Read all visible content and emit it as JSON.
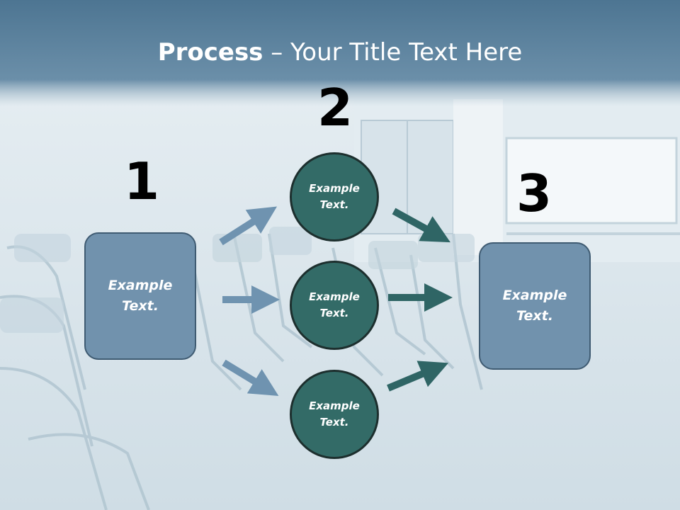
{
  "title": {
    "bold": "Process",
    "rest": " – Your Title Text Here"
  },
  "steps": {
    "step1": {
      "number": "1",
      "text": "Example Text."
    },
    "step2": {
      "number": "2",
      "circles": [
        "Example Text.",
        "Example Text.",
        "Example Text."
      ]
    },
    "step3": {
      "number": "3",
      "text": "Example Text."
    }
  },
  "colors": {
    "box_fill": "#7192ad",
    "circle_fill": "#336b67",
    "arrow_left": "#6f93b0",
    "arrow_right": "#2f6565",
    "header_band": "#5e85a1"
  }
}
